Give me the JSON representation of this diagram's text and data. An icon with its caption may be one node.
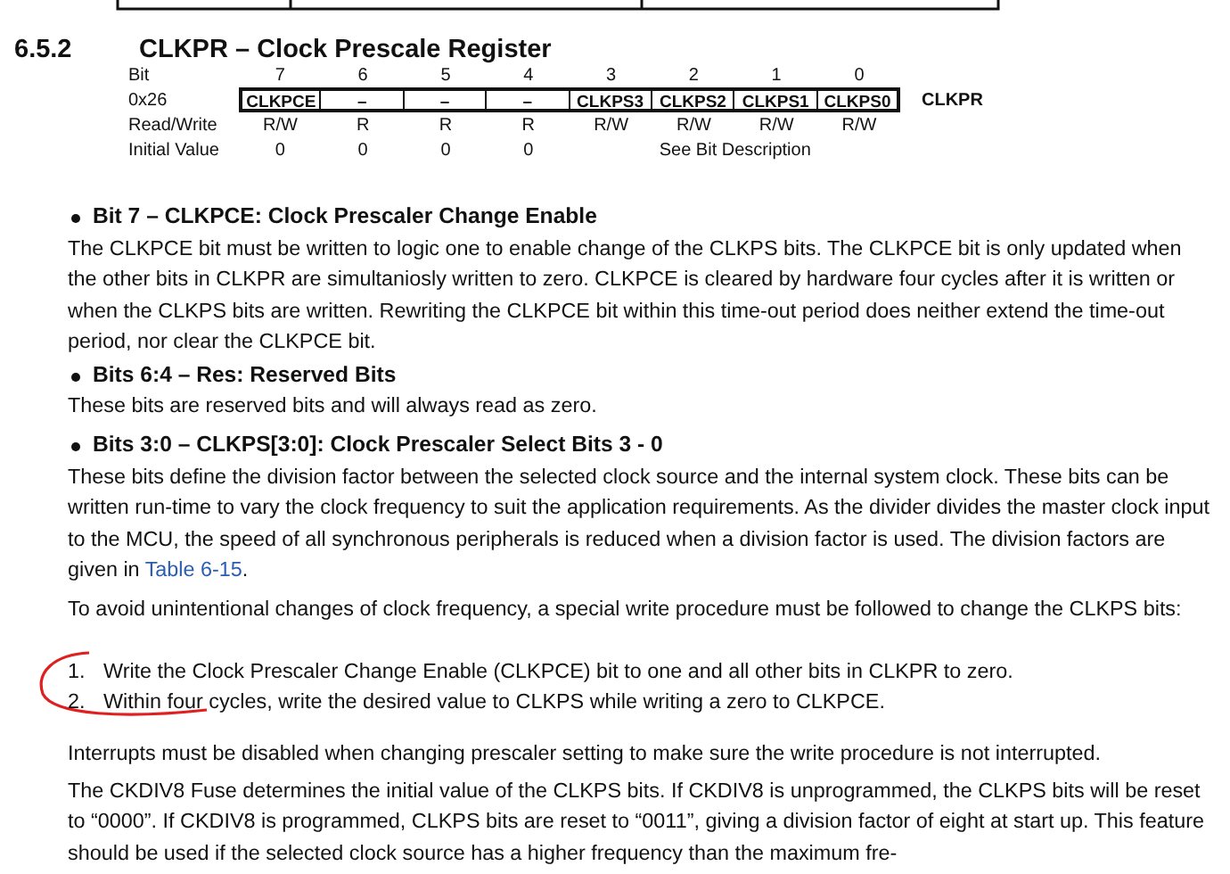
{
  "diagram": {
    "title": "CLKPR – Clock Prescale Register",
    "labels": [
      "6.5.2",
      "Bit",
      "7",
      "6",
      "5",
      "4",
      "3",
      "2",
      "1",
      "0",
      "0x26",
      "CLKPCE",
      "–",
      "–",
      "–",
      "CLKPS3",
      "CLKPS2",
      "CLKPS1",
      "CLKPS0",
      "CLKPR",
      "Read/Write",
      "R/W",
      "R",
      "R",
      "R",
      "R/W",
      "R/W",
      "R/W",
      "R/W",
      "Initial Value",
      "0",
      "0",
      "0",
      "0",
      "See Bit Description",
      "Bit 7 – CLKPCE: Clock Prescaler Change Enable",
      "The CLKPCE bit must be written to logic one to enable change of the CLKPS bits. The CLKPCE bit is only updated when the other bits in CLKPR are simultaniosly written to zero. CLKPCE is cleared by hardware four cycles after it is written or when the CLKPS bits are written. Rewriting the CLKPCE bit within this time-out period does neither extend the time-out period, nor clear the CLKPCE bit.",
      "Bits 6:4 – Res: Reserved Bits",
      "These bits are reserved bits and will always read as zero.",
      "Bits 3:0 – CLKPS[3:0]: Clock Prescaler Select Bits 3 - 0",
      "These bits define the division factor between the selected clock source and the internal system clock. These bits can be written run-time to vary the clock frequency to suit the application requirements. As the divider divides the master clock input to the MCU, the speed of all synchronous peripherals is reduced when a division factor is used. The division factors are given in",
      "Table 6-15",
      ".",
      "To avoid unintentional changes of clock frequency, a special write procedure must be followed to change the CLKPS bits:",
      "1.",
      "Write the Clock Prescaler Change Enable (CLKPCE) bit to one and all other bits in CLKPR to zero.",
      "2.",
      "Within four cycles, write the desired value to CLKPS while writing a zero to CLKPCE.",
      "Interrupts must be disabled when changing prescaler setting to make sure the write procedure is not interrupted.",
      "The CKDIV8 Fuse determines the initial value of the CLKPS bits. If CKDIV8 is unprogrammed, the CLKPS bits will be reset to “0000”. If CKDIV8 is programmed, CLKPS bits are reset to “0011”, giving a division factor of eight at start up. This feature should be used if the selected clock source has a higher frequency than the maximum fre-"
    ]
  }
}
